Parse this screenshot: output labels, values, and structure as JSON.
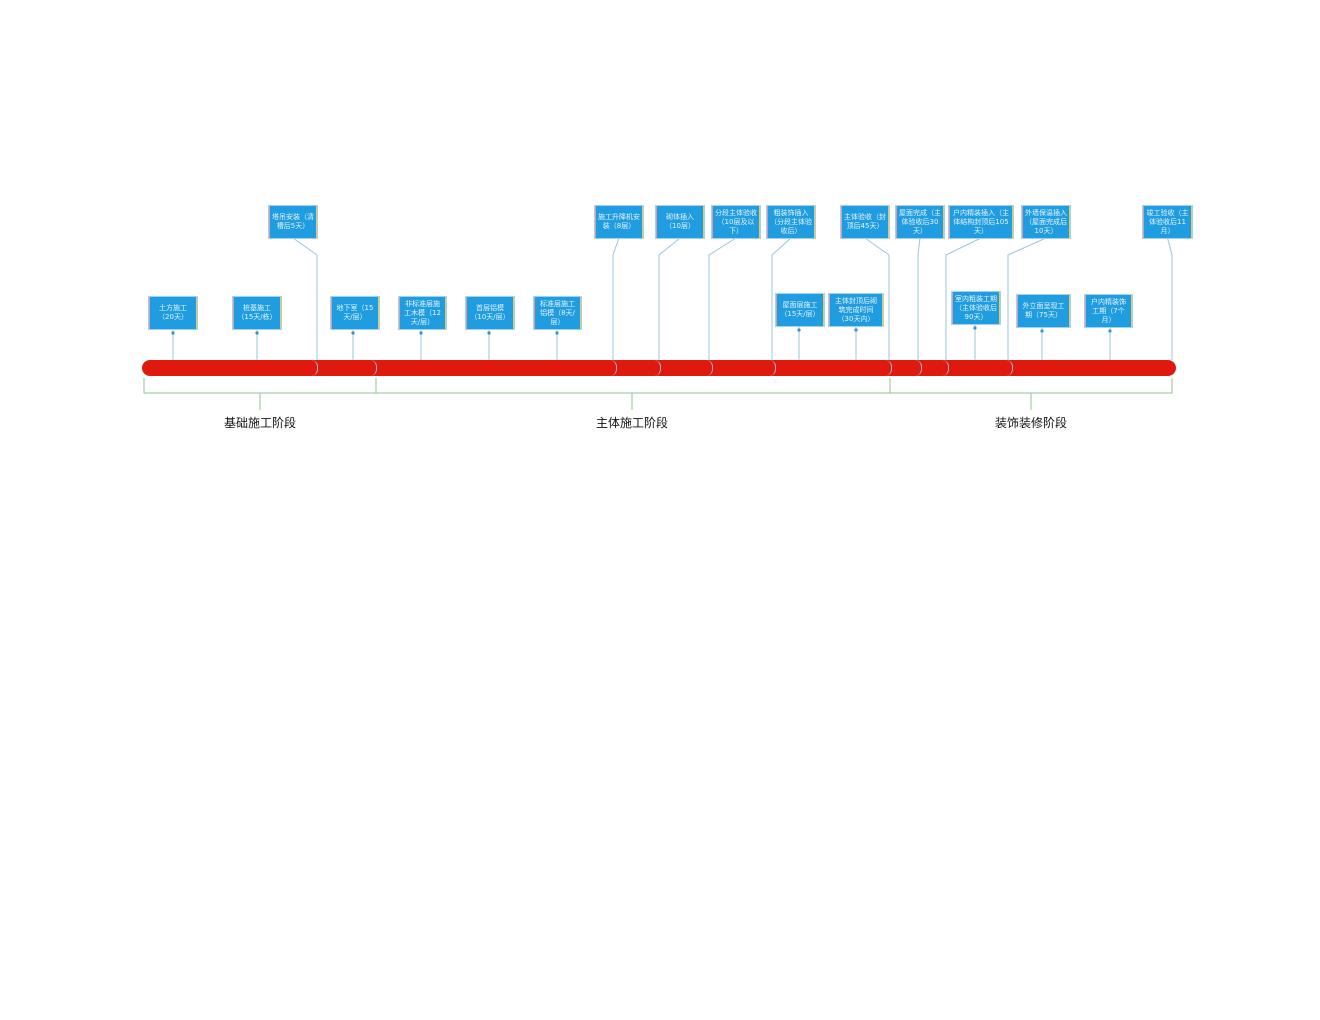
{
  "milestones_top": [
    {
      "text": "塔吊安装（清槽后5天）"
    },
    {
      "text": "施工升降机安装（8层）"
    },
    {
      "text": "砌体插入（10层）"
    },
    {
      "text": "分段主体验收（10层及以下）"
    },
    {
      "text": "粗装饰插入（分段主体验收后）"
    },
    {
      "text": "主体验收（封顶后45天）"
    },
    {
      "text": "屋面完成（主体验收后30天）"
    },
    {
      "text": "户内精装插入（主体结构封顶后105天）"
    },
    {
      "text": "外墙保温插入（屋面完成后10天）"
    },
    {
      "text": "竣工验收（主体验收后11月）"
    }
  ],
  "milestones_bottom": [
    {
      "text": "土方施工（20天）"
    },
    {
      "text": "桩基施工（15天/栋）"
    },
    {
      "text": "地下室（15天/层）"
    },
    {
      "text": "非标准层施工木模（12天/层）"
    },
    {
      "text": "首层铝模（10天/层）"
    },
    {
      "text": "标准层施工铝模（8天/层）"
    },
    {
      "text": "屋面层施工（15天/层）"
    },
    {
      "text": "主体封顶后砌筑完成时间（30天内）"
    },
    {
      "text": "室内粗装工期（主体验收后90天）"
    },
    {
      "text": "外立面呈现工期（75天）"
    },
    {
      "text": "户内精装饰工期（7个月）"
    }
  ],
  "phases": [
    {
      "label": "基础施工阶段"
    },
    {
      "label": "主体施工阶段"
    },
    {
      "label": "装饰装修阶段"
    }
  ],
  "colors": {
    "bar": "#e0190f",
    "box": "#1f9de0",
    "line": "#9cc6dc",
    "bracket": "#8fc48f"
  }
}
